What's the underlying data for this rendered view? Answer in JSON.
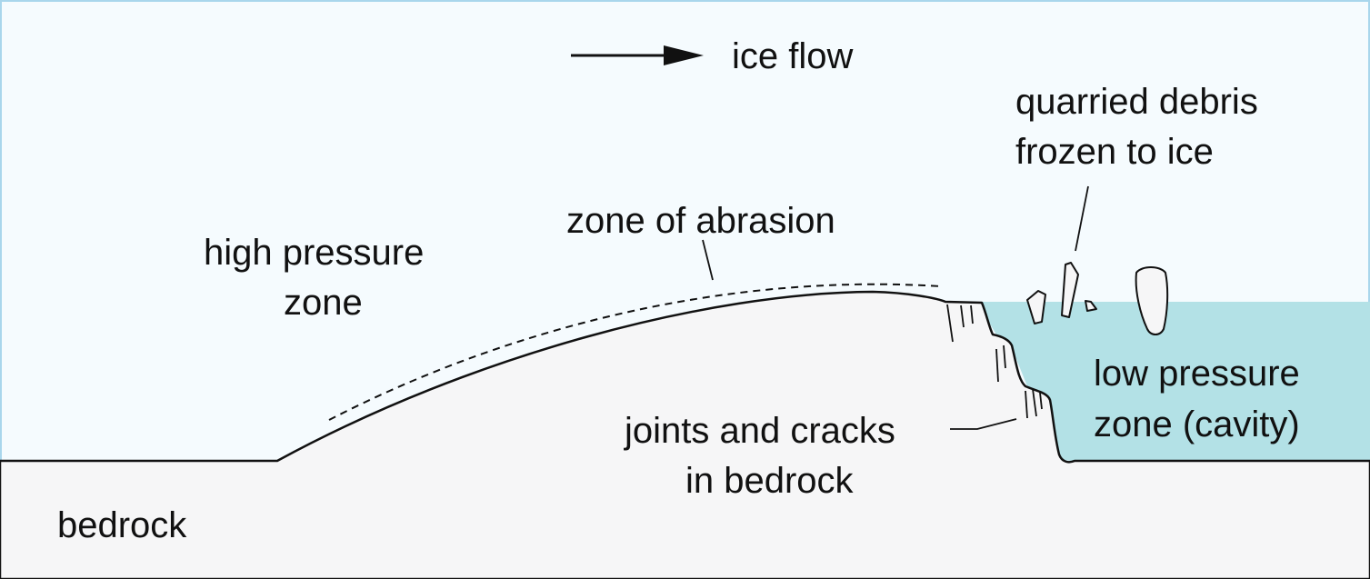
{
  "title": "",
  "labels": {
    "ice_flow": "ice flow",
    "quarried_line1": "quarried debris",
    "quarried_line2": "frozen to ice",
    "abrasion": "zone of abrasion",
    "high_line1": "high pressure",
    "high_line2": "zone",
    "low_line1": "low pressure",
    "low_line2": "zone (cavity)",
    "joints_line1": "joints and cracks",
    "joints_line2": "in bedrock",
    "bedrock": "bedrock"
  },
  "colors": {
    "ice": "#f5fbfe",
    "frame": "#a9d6ec",
    "cavity": "#b3e1e6",
    "bedrock": "#f6f6f7",
    "debris": "#f6f6f7",
    "stroke": "#111111"
  }
}
